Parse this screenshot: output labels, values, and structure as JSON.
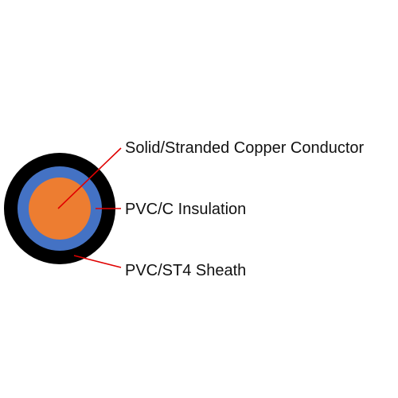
{
  "diagram": {
    "colors": {
      "sheath": "#000000",
      "insulation": "#4472C4",
      "conductor": "#ED7D31",
      "leader": "#E00000",
      "text": "#111111"
    },
    "labels": {
      "conductor": "Solid/Stranded Copper Conductor",
      "insulation": "PVC/C Insulation",
      "sheath": "PVC/ST4 Sheath"
    }
  }
}
